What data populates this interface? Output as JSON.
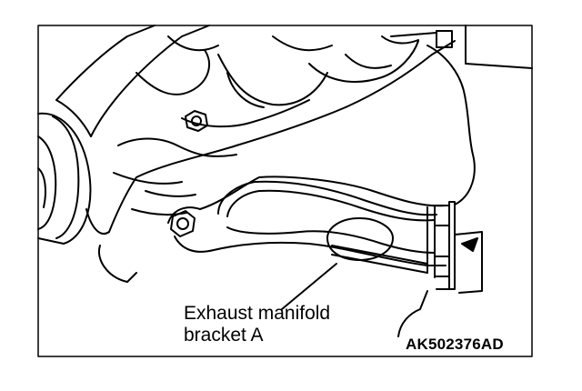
{
  "labels": {
    "callout_line1": "Exhaust manifold",
    "callout_line2": "bracket A",
    "figure_code": "AK502376AD"
  },
  "colors": {
    "ink": "#000000",
    "paper": "#ffffff"
  }
}
